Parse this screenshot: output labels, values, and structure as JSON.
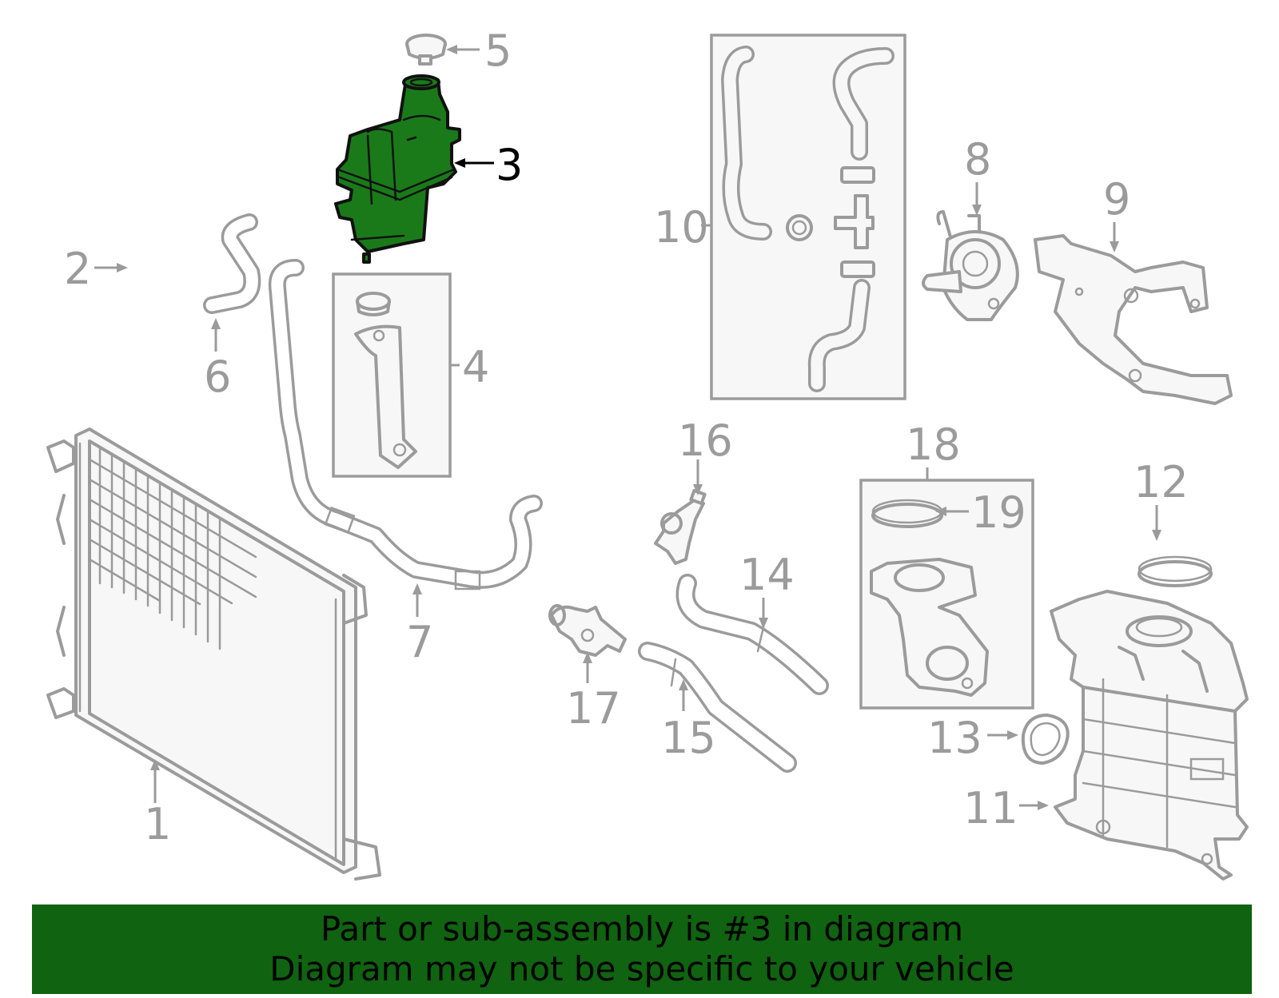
{
  "diagram": {
    "highlight_color": "#1a7a1a",
    "line_color": "#9b9b9b",
    "highlighted_callout": "3",
    "callouts": [
      "1",
      "2",
      "3",
      "4",
      "5",
      "6",
      "7",
      "8",
      "9",
      "10",
      "11",
      "12",
      "13",
      "14",
      "15",
      "16",
      "17",
      "18",
      "19"
    ]
  },
  "banner": {
    "background": "#106310",
    "line1": "Part or sub-assembly is #3 in diagram",
    "line2": "Diagram may not be specific to your vehicle"
  }
}
